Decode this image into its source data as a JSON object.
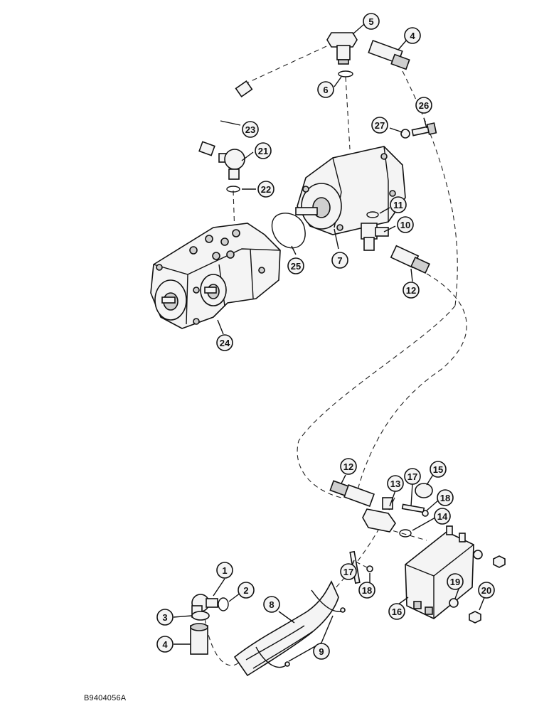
{
  "figure_ref": "B9404056A",
  "callouts": [
    "1",
    "2",
    "3",
    "4",
    "5",
    "6",
    "7",
    "8",
    "9",
    "10",
    "11",
    "12",
    "13",
    "14",
    "15",
    "16",
    "17",
    "18",
    "19",
    "20",
    "21",
    "22",
    "23",
    "24",
    "25",
    "26",
    "27"
  ]
}
